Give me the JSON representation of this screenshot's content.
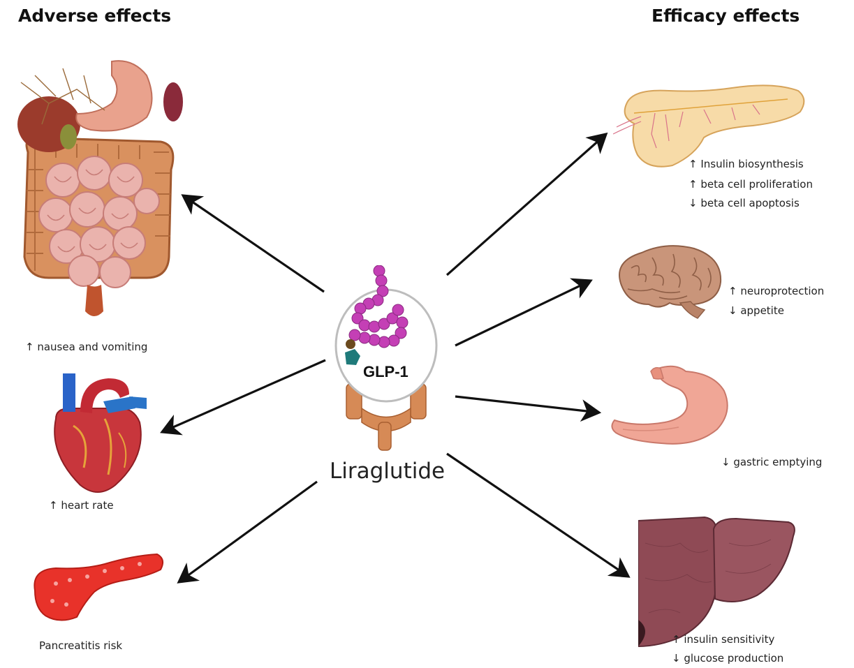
{
  "headings": {
    "adverse": "Adverse effects",
    "efficacy": "Efficacy effects"
  },
  "center": {
    "molecule_label": "GLP-1",
    "drug_name": "Liraglutide"
  },
  "adverse": [
    {
      "organ": "intestines",
      "lines": [
        "↑ nausea and vomiting"
      ]
    },
    {
      "organ": "heart",
      "lines": [
        "↑ heart rate"
      ]
    },
    {
      "organ": "pancreas",
      "lines": [
        "Pancreatitis risk"
      ]
    }
  ],
  "efficacy": [
    {
      "organ": "pancreas",
      "lines": [
        "↑ Insulin biosynthesis",
        "↑ beta cell proliferation",
        "↓ beta cell apoptosis"
      ]
    },
    {
      "organ": "brain",
      "lines": [
        "↑ neuroprotection",
        "↓ appetite"
      ]
    },
    {
      "organ": "stomach",
      "lines": [
        "↓ gastric emptying"
      ]
    },
    {
      "organ": "liver",
      "lines": [
        "↑ insulin sensitivity",
        "↓ glucose production"
      ]
    }
  ]
}
